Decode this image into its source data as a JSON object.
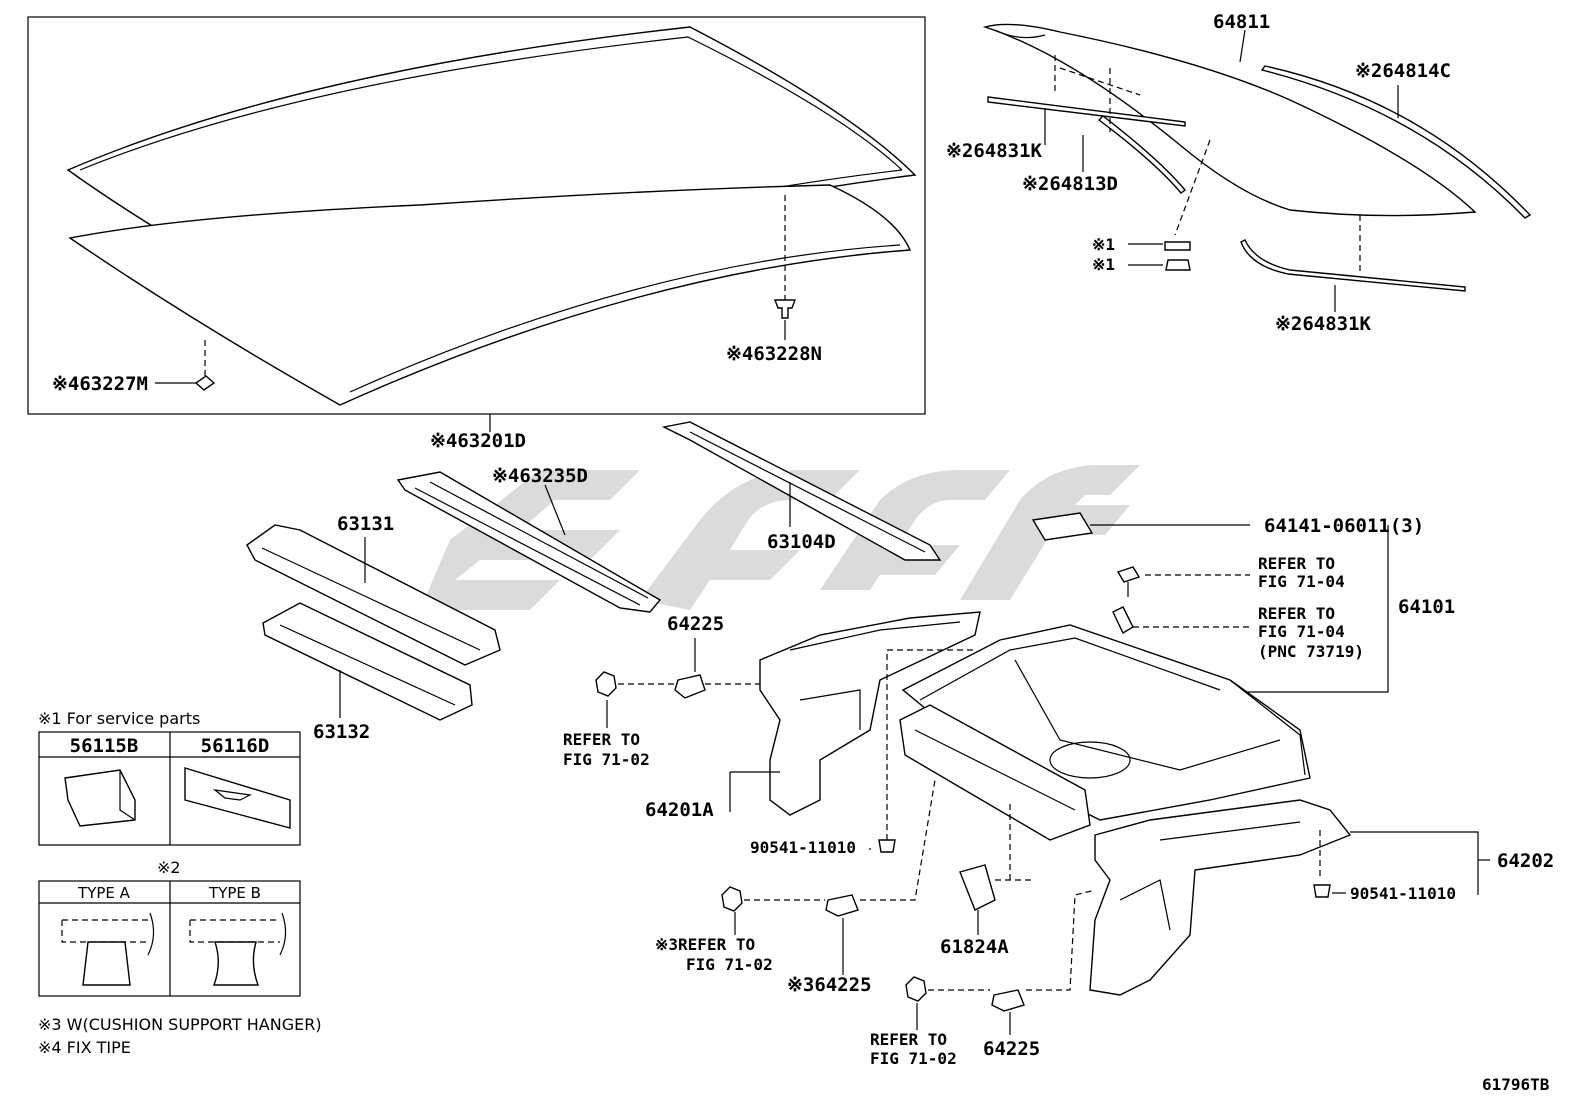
{
  "diagram_code": "61796TB",
  "callouts": {
    "c_63227M": "※463227M",
    "c_63228N": "※463228N",
    "c_63201D": "※463201D",
    "c_63235D": "※463235D",
    "c_63131": "63131",
    "c_63132": "63132",
    "c_63104D": "63104D",
    "c_64811": "64811",
    "c_64814C": "※264814C",
    "c_64831K_a": "※264831K",
    "c_64813D": "※264813D",
    "c_x1_a": "※1",
    "c_x1_b": "※1",
    "c_64831K_b": "※264831K",
    "c_64141": "64141-06011(3)",
    "c_refer1_l1": "REFER TO",
    "c_refer1_l2": "FIG 71-04",
    "c_refer2_l1": "REFER TO",
    "c_refer2_l2": "FIG 71-04",
    "c_refer2_l3": "(PNC 73719)",
    "c_64101": "64101",
    "c_64225_a": "64225",
    "c_refer3_l1": "REFER TO",
    "c_refer3_l2": "FIG 71-02",
    "c_64201A": "64201A",
    "c_90541_a": "90541-11010",
    "c_64202": "64202",
    "c_90541_b": "90541-11010",
    "c_refer4_l1": "※3REFER TO",
    "c_refer4_l2": "FIG 71-02",
    "c_64225_b": "※364225",
    "c_61824A": "61824A",
    "c_refer5_l1": "REFER TO",
    "c_refer5_l2": "FIG 71-02",
    "c_64225_c": "64225"
  },
  "legend": {
    "note1_title": "※1 For service parts",
    "service_part_a": "56115B",
    "service_part_b": "56116D",
    "note2_title": "※2",
    "type_a": "TYPE A",
    "type_b": "TYPE B",
    "note3": "※3 W(CUSHION SUPPORT HANGER)",
    "note4": "※4 FIX TIPE"
  }
}
